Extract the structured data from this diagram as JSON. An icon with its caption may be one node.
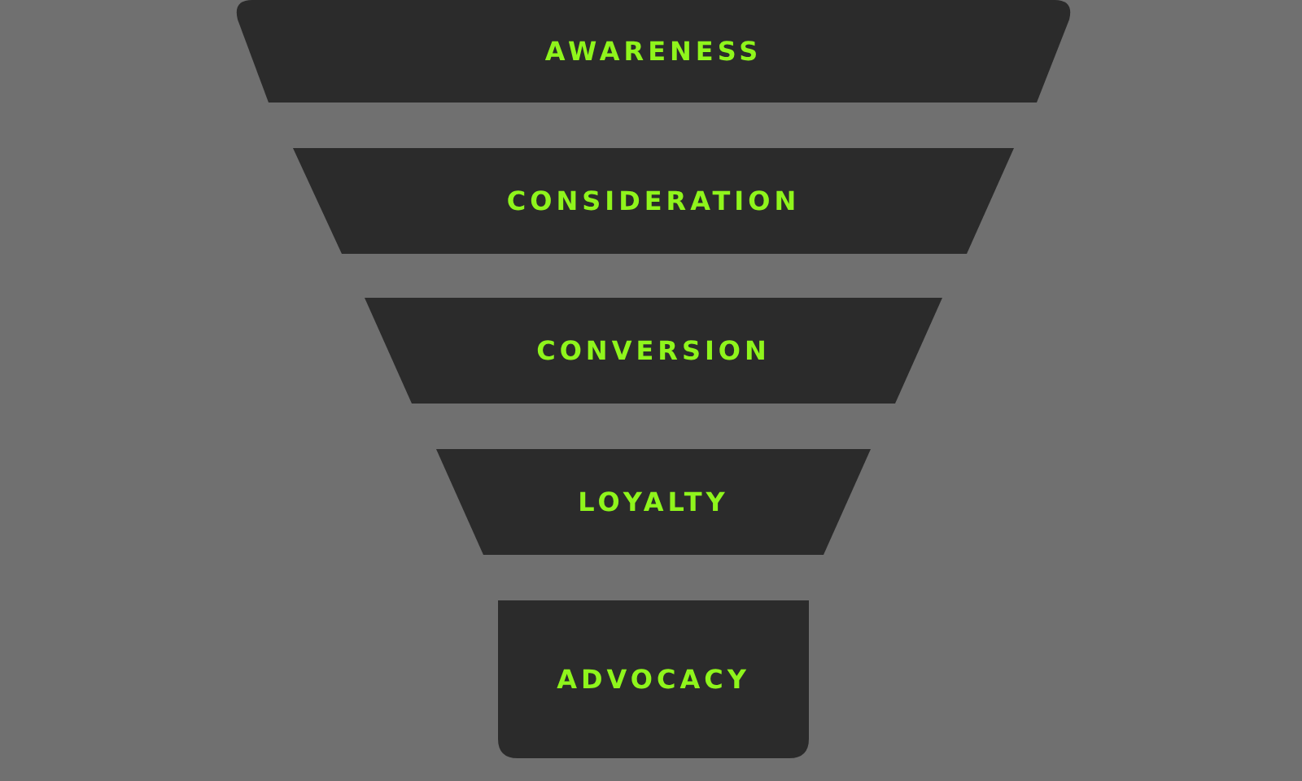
{
  "diagram": {
    "nodes": [
      {
        "text": [
          "AWARENESS"
        ]
      },
      {
        "text": [
          "CONSIDERATION"
        ]
      },
      {
        "text": [
          "CONVERSION"
        ]
      },
      {
        "text": [
          "LOYALTY"
        ]
      },
      {
        "text": [
          "ADVOCACY"
        ]
      }
    ]
  }
}
